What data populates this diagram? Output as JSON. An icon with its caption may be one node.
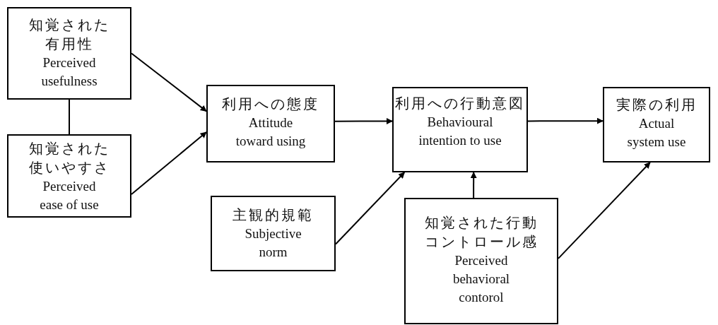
{
  "diagram": {
    "nodes": [
      {
        "text": [
          "知覚された有用性",
          "Perceived usefulness"
        ]
      },
      {
        "text": [
          "知覚された使いやすさ",
          "Perceived ease of use"
        ]
      },
      {
        "text": [
          "利用への態度",
          "Attitude toward using"
        ]
      },
      {
        "text": [
          "利用への行動意図",
          "Behavioural intention to use"
        ]
      },
      {
        "text": [
          "実際の利用",
          "Actual system use"
        ]
      },
      {
        "text": [
          "主観的規範",
          "Subjective norm"
        ]
      },
      {
        "text": [
          "知覚された行動コントロール感",
          "Perceived behavioral contorol"
        ]
      }
    ],
    "edges": [
      {
        "from": 0,
        "to": 1,
        "arrow": "none"
      },
      {
        "from": 0,
        "to": 2,
        "arrow": "to"
      },
      {
        "from": 1,
        "to": 2,
        "arrow": "to"
      },
      {
        "from": 2,
        "to": 3,
        "arrow": "to"
      },
      {
        "from": 3,
        "to": 4,
        "arrow": "to"
      },
      {
        "from": 5,
        "to": 3,
        "arrow": "to"
      },
      {
        "from": 6,
        "to": 3,
        "arrow": "to"
      },
      {
        "from": 6,
        "to": 4,
        "arrow": "to"
      }
    ]
  }
}
